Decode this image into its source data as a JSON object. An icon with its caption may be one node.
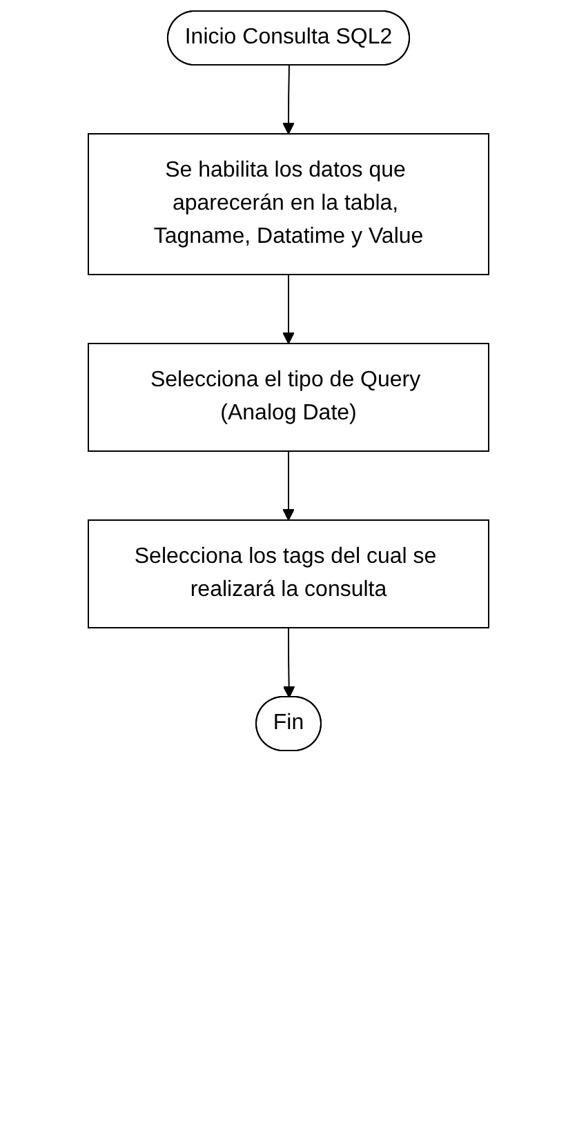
{
  "diagram": {
    "nodes": [
      {
        "text": [
          "Inicio Consulta SQL2"
        ]
      },
      {
        "text": [
          "Se habilita los datos que aparecerán en la tabla, Tagname, Datatime y Value"
        ]
      },
      {
        "text": [
          "Selecciona el tipo de Query (Analog Date)"
        ]
      },
      {
        "text": [
          "Selecciona los tags del cual se realizará la consulta"
        ]
      },
      {
        "text": [
          "Fin"
        ]
      }
    ],
    "edges": [
      {
        "from": 0,
        "to": 1,
        "arrow": "to"
      },
      {
        "from": 1,
        "to": 2,
        "arrow": "to"
      },
      {
        "from": 2,
        "to": 3,
        "arrow": "to"
      },
      {
        "from": 3,
        "to": 4,
        "arrow": "to"
      }
    ]
  }
}
